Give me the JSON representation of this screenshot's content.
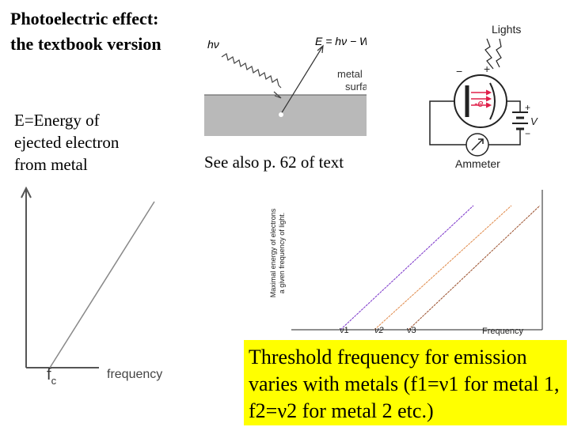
{
  "title": {
    "line1": "Photoelectric effect:",
    "line2": "the textbook version"
  },
  "energy_note": {
    "line1": "E=Energy of",
    "line2": "ejected electron",
    "line3": "from metal"
  },
  "see_also": "See also p. 62 of text",
  "reflection_diagram": {
    "photon_label": "hν",
    "equation": "E = hν − W",
    "surface_label_1": "metal",
    "surface_label_2": "surface"
  },
  "circuit_diagram": {
    "lights": "Lights",
    "minus": "−",
    "plus": "+",
    "electron": "-e",
    "battery_plus": "+",
    "battery_minus": "−",
    "voltage": "V",
    "ammeter": "Ammeter"
  },
  "left_chart": {
    "xlabel": "frequency",
    "threshold_label": "f",
    "threshold_subscript": "c"
  },
  "right_chart": {
    "ylabel_1": "Maximal energy of electrons",
    "ylabel_2": "a given frequency of light.",
    "xlabel": "Frequency",
    "ticks": [
      "ν1",
      "ν2",
      "ν3"
    ]
  },
  "threshold_text": "Threshold frequency for emission varies with metals (f1=ν1 for metal 1, f2=ν2 for metal 2 etc.)",
  "colors": {
    "highlight": "#ffff00",
    "surface": "#b9b9b9",
    "line1": "#7a33c9",
    "line2": "#e08a4a",
    "line3": "#9a4f2c",
    "arrow": "#e0204a"
  }
}
